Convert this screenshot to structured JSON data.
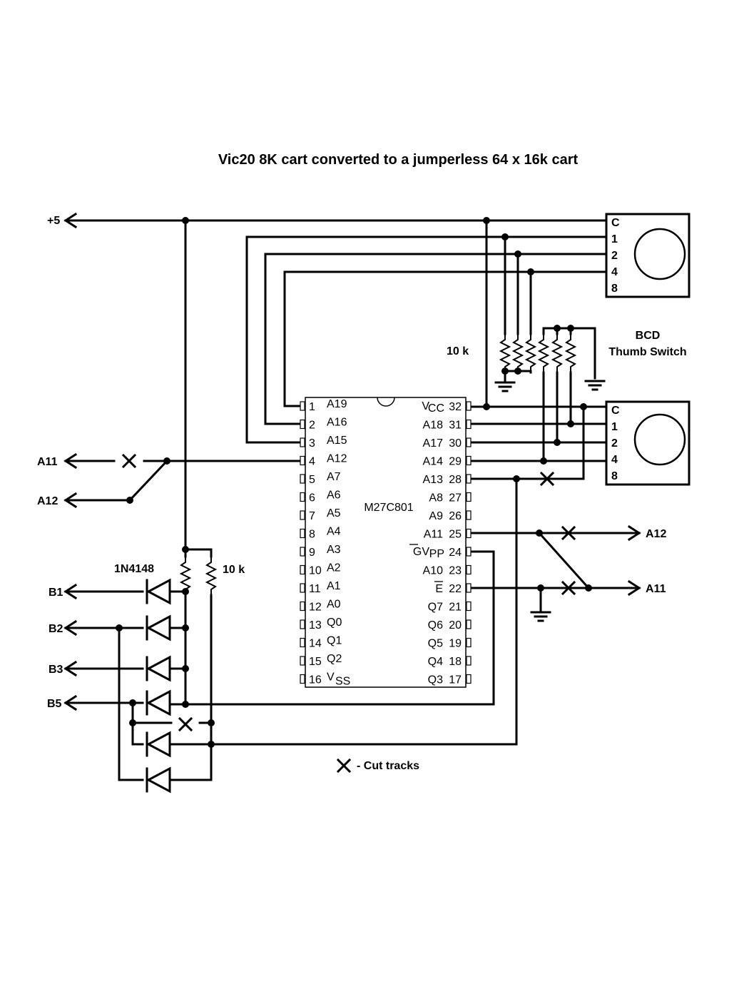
{
  "title": "Vic20 8K cart converted to a jumperless 64 x 16k cart",
  "chip": {
    "name": "M27C801",
    "left_pins": [
      {
        "num": "1",
        "name": "A19"
      },
      {
        "num": "2",
        "name": "A16"
      },
      {
        "num": "3",
        "name": "A15"
      },
      {
        "num": "4",
        "name": "A12"
      },
      {
        "num": "5",
        "name": "A7"
      },
      {
        "num": "6",
        "name": "A6"
      },
      {
        "num": "7",
        "name": "A5"
      },
      {
        "num": "8",
        "name": "A4"
      },
      {
        "num": "9",
        "name": "A3"
      },
      {
        "num": "10",
        "name": "A2"
      },
      {
        "num": "11",
        "name": "A1"
      },
      {
        "num": "12",
        "name": "A0"
      },
      {
        "num": "13",
        "name": "Q0"
      },
      {
        "num": "14",
        "name": "Q1"
      },
      {
        "num": "15",
        "name": "Q2"
      },
      {
        "num": "16",
        "name": "V",
        "sub": "SS"
      }
    ],
    "right_pins": [
      {
        "num": "32",
        "name": "V",
        "sub": "CC"
      },
      {
        "num": "31",
        "name": "A18"
      },
      {
        "num": "30",
        "name": "A17"
      },
      {
        "num": "29",
        "name": "A14"
      },
      {
        "num": "28",
        "name": "A13"
      },
      {
        "num": "27",
        "name": "A8"
      },
      {
        "num": "26",
        "name": "A9"
      },
      {
        "num": "25",
        "name": "A11"
      },
      {
        "num": "24",
        "name": "GV",
        "sub": "PP"
      },
      {
        "num": "23",
        "name": "A10"
      },
      {
        "num": "22",
        "name": "E"
      },
      {
        "num": "21",
        "name": "Q7"
      },
      {
        "num": "20",
        "name": "Q6"
      },
      {
        "num": "19",
        "name": "Q5"
      },
      {
        "num": "18",
        "name": "Q4"
      },
      {
        "num": "17",
        "name": "Q3"
      }
    ]
  },
  "switch": {
    "pins": [
      "C",
      "1",
      "2",
      "4",
      "8"
    ],
    "label_line1": "BCD",
    "label_line2": "Thumb Switch"
  },
  "labels": {
    "plus5": "+5",
    "a11_left": "A11",
    "a12_left": "A12",
    "a12_right": "A12",
    "a11_right": "A11",
    "b1": "B1",
    "b2": "B2",
    "b3": "B3",
    "b5": "B5",
    "diode": "1N4148",
    "res_top": "10 k",
    "res_bottom": "10 k"
  },
  "legend": {
    "text": "- Cut tracks"
  }
}
